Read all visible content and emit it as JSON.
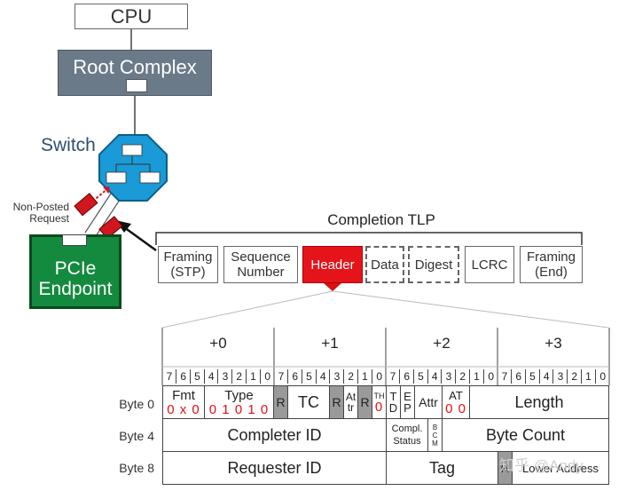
{
  "nodes": {
    "cpu": "CPU",
    "root_complex": "Root Complex",
    "switch": "Switch",
    "non_posted_request": "Non-Posted\nRequest",
    "endpoint_line1": "PCIe",
    "endpoint_line2": "Endpoint"
  },
  "tlp": {
    "title": "Completion TLP",
    "fields": [
      {
        "label": "Framing\n(STP)"
      },
      {
        "label": "Sequence\nNumber"
      },
      {
        "label": "Header"
      },
      {
        "label": "Data"
      },
      {
        "label": "Digest"
      },
      {
        "label": "LCRC"
      },
      {
        "label": "Framing\n(End)"
      }
    ]
  },
  "header_layout": {
    "byte_offsets": [
      "+0",
      "+1",
      "+2",
      "+3"
    ],
    "bit_numbers": [
      "7",
      "6",
      "5",
      "4",
      "3",
      "2",
      "1",
      "0"
    ],
    "rows": [
      "Byte 0",
      "Byte 4",
      "Byte 8"
    ],
    "byte0": {
      "fmt": "Fmt",
      "fmt_value": "0 x 0",
      "type": "Type",
      "type_value": "0 1 0 1 0",
      "r1": "R",
      "tc": "TC",
      "r2": "R",
      "attr_a": "At\ntr",
      "r3": "R",
      "th": "TH",
      "th_value": "0",
      "td": "T\nD",
      "ep": "E\nP",
      "attr": "Attr",
      "at": "AT",
      "at_value": "0 0",
      "length": "Length"
    },
    "byte4": {
      "completer_id": "Completer ID",
      "compl_status": "Compl.\nStatus",
      "bcm": "B\nC\nM",
      "byte_count": "Byte Count"
    },
    "byte8": {
      "requester_id": "Requester ID",
      "tag": "Tag",
      "r": "R",
      "lower_address": "Lower Address"
    }
  },
  "watermark": "知乎 @Andy",
  "colors": {
    "root_complex": "#6a7a88",
    "switch": "#1a9ad6",
    "endpoint": "#138a3e",
    "header_field": "#e5141b",
    "request_packet": "#d0161e",
    "reserved": "#9a9a9a"
  }
}
